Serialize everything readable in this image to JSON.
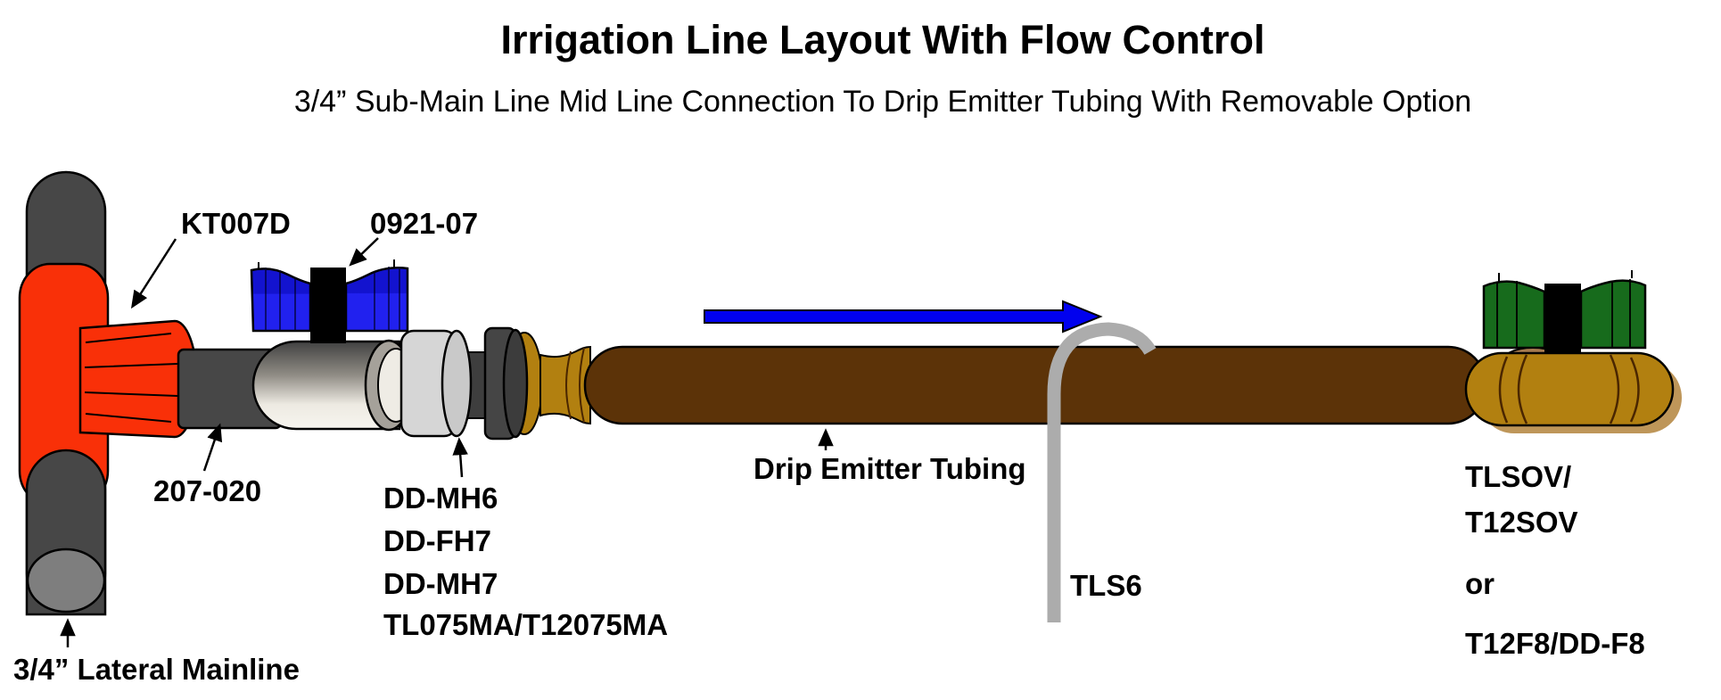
{
  "title": "Irrigation Line Layout With Flow Control",
  "subtitle": "3/4” Sub-Main Line Mid Line Connection To Drip Emitter Tubing With Removable Option",
  "labels": {
    "tee_fitting": "KT007D",
    "flow_control_valve": "0921-07",
    "adapter": "207-020",
    "coupler_options": [
      "DD-MH6",
      "DD-FH7",
      "DD-MH7",
      "TL075MA/T12075MA"
    ],
    "tubing": "Drip Emitter Tubing",
    "stake": "TLS6",
    "end_valve_options": [
      "TLSOV/",
      "T12SOV",
      "or",
      "T12F8/DD-F8"
    ],
    "lateral_mainline": "3/4” Lateral Mainline"
  },
  "colors": {
    "tee_red": "#F93008",
    "pipe_dark_gray": "#474747",
    "pipe_end_gray": "#7E7E7E",
    "valve_handle_blue": "#1F1FE8",
    "valve_body_cream": "#F3F0E9",
    "collar_gray": "#D6D6D6",
    "fitting_gold": "#B28010",
    "tubing_brown": "#5C3308",
    "flow_arrow_blue": "#0101EE",
    "stake_gray": "#ACACAC",
    "valve_handle_green": "#176B1C",
    "valve_tan": "#A87C50"
  }
}
